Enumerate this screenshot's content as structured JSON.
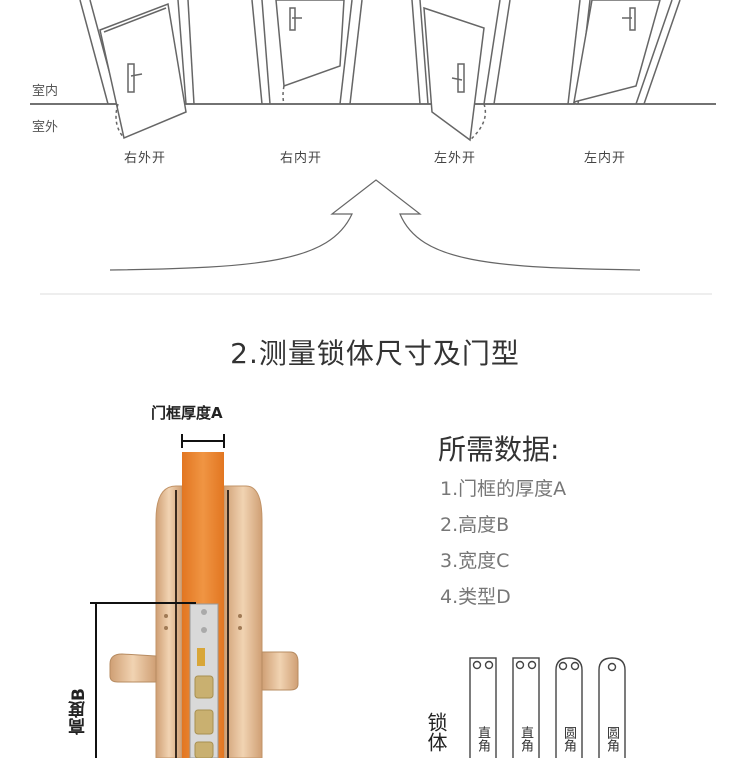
{
  "door_orientation": {
    "indoor_label": "室内",
    "outdoor_label": "室外",
    "types": [
      "右外开",
      "右内开",
      "左外开",
      "左内开"
    ]
  },
  "measure": {
    "title": "2.测量锁体尺寸及门型",
    "frame_thickness_label": "门框厚度A",
    "height_label": "高度B",
    "required_title": "所需数据:",
    "required_items": [
      "1.门框的厚度A",
      "2.高度B",
      "3.宽度C",
      "4.类型D"
    ],
    "lock_body_label": "锁体",
    "plate_types": [
      "直角",
      "直角",
      "圆角",
      "圆角"
    ]
  },
  "colors": {
    "door_core": "#e8822a",
    "lock_gold": "#ddb88f",
    "lock_shadow": "#c79b70",
    "line": "#333333"
  }
}
